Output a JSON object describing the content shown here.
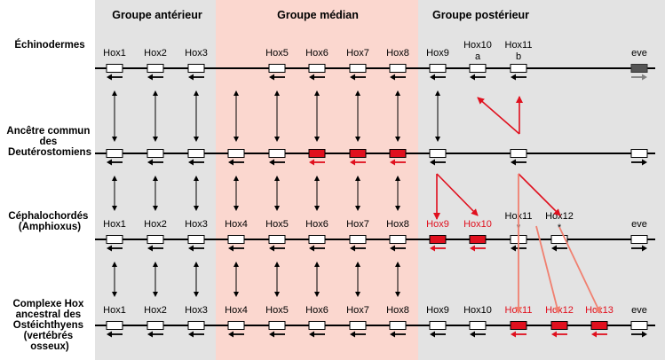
{
  "groups": [
    {
      "id": "anterior",
      "label": "Groupe antérieur",
      "color": "#e3e3e3"
    },
    {
      "id": "median",
      "label": "Groupe médian",
      "color": "#fbd7cf"
    },
    {
      "id": "posterior",
      "label": "Groupe postérieur",
      "color": "#e3e3e3"
    }
  ],
  "colors": {
    "black": "#000000",
    "red": "#e0101e",
    "light_red": "#f08070",
    "gray_box": "#555555",
    "gray_arrow": "#808080"
  },
  "rows": [
    {
      "id": "echinodermes",
      "label": [
        "Échinodermes"
      ],
      "genes": [
        {
          "slot": "hox1",
          "name": "Hox1",
          "box": "white",
          "arrow": "black"
        },
        {
          "slot": "hox2",
          "name": "Hox2",
          "box": "white",
          "arrow": "black"
        },
        {
          "slot": "hox3",
          "name": "Hox3",
          "box": "white",
          "arrow": "black"
        },
        {
          "slot": "hox5",
          "name": "Hox5",
          "box": "white",
          "arrow": "black"
        },
        {
          "slot": "hox6",
          "name": "Hox6",
          "box": "white",
          "arrow": "black"
        },
        {
          "slot": "hox7",
          "name": "Hox7",
          "box": "white",
          "arrow": "black"
        },
        {
          "slot": "hox8",
          "name": "Hox8",
          "box": "white",
          "arrow": "black"
        },
        {
          "slot": "hox9",
          "name": "Hox9",
          "box": "white",
          "arrow": "black"
        },
        {
          "slot": "hox10",
          "name": "Hox10",
          "sub": "a",
          "box": "white",
          "arrow": "black"
        },
        {
          "slot": "hox11",
          "name": "Hox11",
          "sub": "b",
          "box": "white",
          "arrow": "black"
        },
        {
          "slot": "eve",
          "name": "eve",
          "box": "gray",
          "arrow": "gray",
          "dir": "right"
        }
      ]
    },
    {
      "id": "ancetre",
      "label": [
        "Ancêtre commun",
        "des",
        "Deutérostomiens"
      ],
      "genes": [
        {
          "slot": "hox1",
          "name": "",
          "box": "white",
          "arrow": "black"
        },
        {
          "slot": "hox2",
          "name": "",
          "box": "white",
          "arrow": "black"
        },
        {
          "slot": "hox3",
          "name": "",
          "box": "white",
          "arrow": "black"
        },
        {
          "slot": "hox4",
          "name": "",
          "box": "white",
          "arrow": "black"
        },
        {
          "slot": "hox5",
          "name": "",
          "box": "white",
          "arrow": "black"
        },
        {
          "slot": "hox6",
          "name": "",
          "box": "red",
          "arrow": "red"
        },
        {
          "slot": "hox7",
          "name": "",
          "box": "red",
          "arrow": "red"
        },
        {
          "slot": "hox8",
          "name": "",
          "box": "red",
          "arrow": "red"
        },
        {
          "slot": "hox9",
          "name": "",
          "box": "white",
          "arrow": "black"
        },
        {
          "slot": "hox11",
          "name": "",
          "box": "white",
          "arrow": "black"
        },
        {
          "slot": "eve",
          "name": "",
          "box": "white",
          "arrow": "black",
          "dir": "right"
        }
      ]
    },
    {
      "id": "cephalochordes",
      "label": [
        "Céphalochordés",
        "(Amphioxus)"
      ],
      "genes": [
        {
          "slot": "hox1",
          "name": "Hox1",
          "box": "white",
          "arrow": "black"
        },
        {
          "slot": "hox2",
          "name": "Hox2",
          "box": "white",
          "arrow": "black"
        },
        {
          "slot": "hox3",
          "name": "Hox3",
          "box": "white",
          "arrow": "black"
        },
        {
          "slot": "hox4",
          "name": "Hox4",
          "box": "white",
          "arrow": "black"
        },
        {
          "slot": "hox5",
          "name": "Hox5",
          "box": "white",
          "arrow": "black"
        },
        {
          "slot": "hox6",
          "name": "Hox6",
          "box": "white",
          "arrow": "black"
        },
        {
          "slot": "hox7",
          "name": "Hox7",
          "box": "white",
          "arrow": "black"
        },
        {
          "slot": "hox8",
          "name": "Hox8",
          "box": "white",
          "arrow": "black"
        },
        {
          "slot": "hox9",
          "name": "Hox9",
          "box": "red",
          "arrow": "red",
          "label_color": "red"
        },
        {
          "slot": "hox10",
          "name": "Hox10",
          "box": "red",
          "arrow": "red",
          "label_color": "red"
        },
        {
          "slot": "hox11",
          "name": "Hox11",
          "sub": "*",
          "box": "white",
          "arrow": "black"
        },
        {
          "slot": "hox12",
          "name": "Hox12",
          "sub": "*",
          "box": "white",
          "arrow": "black"
        },
        {
          "slot": "eve",
          "name": "eve",
          "box": "white",
          "arrow": "black",
          "dir": "right"
        }
      ]
    },
    {
      "id": "osteichthyens",
      "label": [
        "Complexe Hox",
        "ancestral des",
        "Ostéichthyens",
        "(vertébrés",
        "osseux)"
      ],
      "genes": [
        {
          "slot": "hox1",
          "name": "Hox1",
          "box": "white",
          "arrow": "black"
        },
        {
          "slot": "hox2",
          "name": "Hox2",
          "box": "white",
          "arrow": "black"
        },
        {
          "slot": "hox3",
          "name": "Hox3",
          "box": "white",
          "arrow": "black"
        },
        {
          "slot": "hox4",
          "name": "Hox4",
          "box": "white",
          "arrow": "black"
        },
        {
          "slot": "hox5",
          "name": "Hox5",
          "box": "white",
          "arrow": "black"
        },
        {
          "slot": "hox6",
          "name": "Hox6",
          "box": "white",
          "arrow": "black"
        },
        {
          "slot": "hox7",
          "name": "Hox7",
          "box": "white",
          "arrow": "black"
        },
        {
          "slot": "hox8",
          "name": "Hox8",
          "box": "white",
          "arrow": "black"
        },
        {
          "slot": "hox9",
          "name": "Hox9",
          "box": "white",
          "arrow": "black"
        },
        {
          "slot": "hox10",
          "name": "Hox10",
          "box": "white",
          "arrow": "black"
        },
        {
          "slot": "hox11",
          "name": "Hox11",
          "box": "red",
          "arrow": "red",
          "label_color": "red"
        },
        {
          "slot": "hox12",
          "name": "Hox12",
          "box": "red",
          "arrow": "red",
          "label_color": "red"
        },
        {
          "slot": "hox13",
          "name": "Hox13",
          "box": "red",
          "arrow": "red",
          "label_color": "red"
        },
        {
          "slot": "eve",
          "name": "eve",
          "box": "white",
          "arrow": "black",
          "dir": "right"
        }
      ]
    }
  ],
  "links": [
    {
      "gap": 0,
      "slots": [
        "hox1",
        "hox2",
        "hox3",
        "hox4",
        "hox5",
        "hox6",
        "hox7",
        "hox8",
        "hox9"
      ]
    },
    {
      "gap": 1,
      "slots": [
        "hox1",
        "hox2",
        "hox3",
        "hox4",
        "hox5",
        "hox6",
        "hox7",
        "hox8"
      ]
    },
    {
      "gap": 2,
      "slots": [
        "hox1",
        "hox2",
        "hox3",
        "hox4",
        "hox5",
        "hox6",
        "hox7",
        "hox8"
      ]
    }
  ]
}
